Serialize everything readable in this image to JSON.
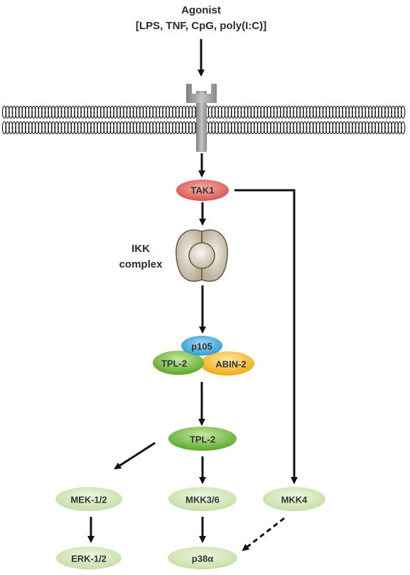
{
  "agonist": {
    "title": "Agonist",
    "list": "[LPS, TNF, CpG, poly(I:C)]"
  },
  "complex_label": {
    "line1": "IKK",
    "line2": "complex"
  },
  "nodes": {
    "tak1": "TAK1",
    "p105": "p105",
    "tpl2_bound": "TPL-2",
    "abin2": "ABIN-2",
    "tpl2_free": "TPL-2",
    "mek12": "MEK-1/2",
    "mkk36": "MKK3/6",
    "mkk4": "MKK4",
    "erk12": "ERK-1/2",
    "p38": "p38α"
  },
  "colors": {
    "tak1": "#d9534f",
    "p105": "#3aa7e0",
    "tpl2": "#6fb83a",
    "abin2": "#f2b31c",
    "light_green": "#cfe3b0",
    "receptor": "#9b9b9b",
    "membrane": "#111111",
    "ikk": "#cfc5b3"
  }
}
